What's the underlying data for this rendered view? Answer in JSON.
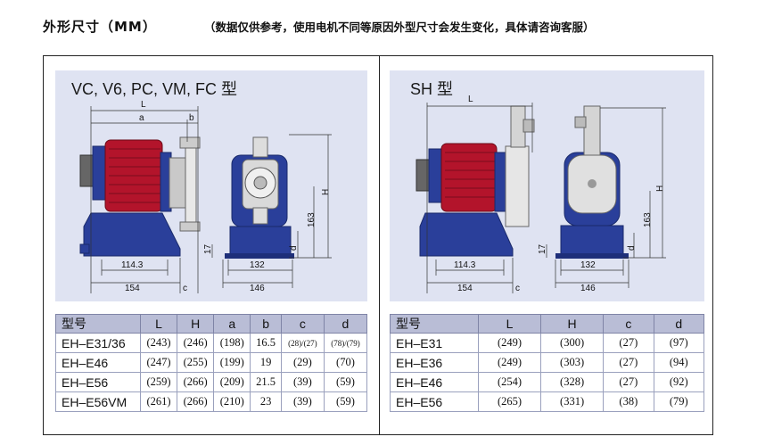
{
  "header": {
    "heading": "外形尺寸（MM）",
    "note": "（数据仅供参考，使用电机不同等原因外型尺寸会发生变化，具体请咨询客服）"
  },
  "left_panel": {
    "title": "VC, V6, PC, VM, FC 型",
    "dims": {
      "L": "L",
      "a": "a",
      "b": "b",
      "H": "H",
      "h163": "163",
      "h17": "17",
      "d": "d",
      "w1143": "114.3",
      "w154": "154",
      "c": "c",
      "w132": "132",
      "w146": "146"
    },
    "table": {
      "headers": [
        "型号",
        "L",
        "H",
        "a",
        "b",
        "c",
        "d"
      ],
      "rows": [
        [
          "EH–E31/36",
          "(243)",
          "(246)",
          "(198)",
          "16.5",
          "(28)/(27)",
          "(78)/(79)"
        ],
        [
          "EH–E46",
          "(247)",
          "(255)",
          "(199)",
          "19",
          "(29)",
          "(70)"
        ],
        [
          "EH–E56",
          "(259)",
          "(266)",
          "(209)",
          "21.5",
          "(39)",
          "(59)"
        ],
        [
          "EH–E56VM",
          "(261)",
          "(266)",
          "(210)",
          "23",
          "(39)",
          "(59)"
        ]
      ]
    }
  },
  "right_panel": {
    "title": "SH 型",
    "dims": {
      "L": "L",
      "H": "H",
      "h163": "163",
      "h17": "17",
      "d": "d",
      "w1143": "114.3",
      "w154": "154",
      "c": "c",
      "w132": "132",
      "w146": "146"
    },
    "table": {
      "headers": [
        "型号",
        "L",
        "H",
        "c",
        "d"
      ],
      "rows": [
        [
          "EH–E31",
          "(249)",
          "(300)",
          "(27)",
          "(97)"
        ],
        [
          "EH–E36",
          "(249)",
          "(303)",
          "(27)",
          "(94)"
        ],
        [
          "EH–E46",
          "(254)",
          "(328)",
          "(27)",
          "(92)"
        ],
        [
          "EH–E56",
          "(265)",
          "(331)",
          "(38)",
          "(79)"
        ]
      ]
    }
  },
  "colors": {
    "panel_bg": "#dfe3f2",
    "pump_blue": "#2a3f9a",
    "motor_red": "#b3142b",
    "steel": "#c9c9c9",
    "table_header": "#b9bdd6"
  }
}
